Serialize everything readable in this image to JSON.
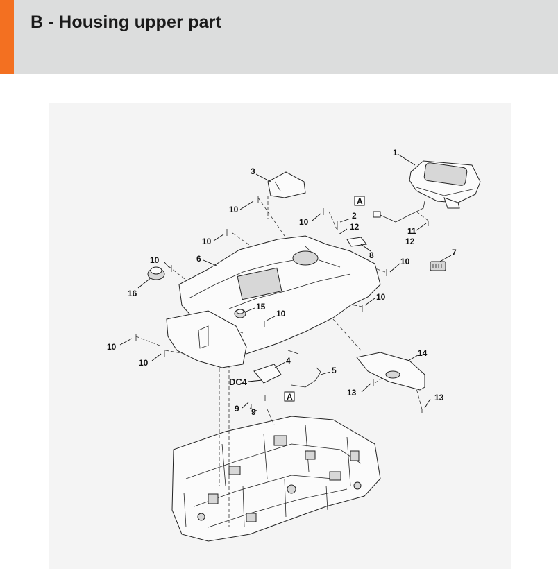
{
  "header": {
    "title": "B - Housing upper part"
  },
  "diagram": {
    "callouts": [
      {
        "id": "c1",
        "text": "1"
      },
      {
        "id": "c2",
        "text": "2"
      },
      {
        "id": "c3",
        "text": "3"
      },
      {
        "id": "c4",
        "text": "4"
      },
      {
        "id": "c5",
        "text": "5"
      },
      {
        "id": "c6",
        "text": "6"
      },
      {
        "id": "c7",
        "text": "7"
      },
      {
        "id": "c8",
        "text": "8"
      },
      {
        "id": "c9a",
        "text": "9"
      },
      {
        "id": "c9b",
        "text": "9"
      },
      {
        "id": "c10a",
        "text": "10"
      },
      {
        "id": "c10b",
        "text": "10"
      },
      {
        "id": "c10c",
        "text": "10"
      },
      {
        "id": "c10d",
        "text": "10"
      },
      {
        "id": "c10e",
        "text": "10"
      },
      {
        "id": "c10f",
        "text": "10"
      },
      {
        "id": "c10g",
        "text": "10"
      },
      {
        "id": "c10h",
        "text": "10"
      },
      {
        "id": "c10i",
        "text": "10"
      },
      {
        "id": "c11",
        "text": "11"
      },
      {
        "id": "c12a",
        "text": "12"
      },
      {
        "id": "c12b",
        "text": "12"
      },
      {
        "id": "c13a",
        "text": "13"
      },
      {
        "id": "c13b",
        "text": "13"
      },
      {
        "id": "c14",
        "text": "14"
      },
      {
        "id": "c15",
        "text": "15"
      },
      {
        "id": "c16",
        "text": "16"
      },
      {
        "id": "dc4",
        "text": "DC4"
      }
    ],
    "connector_marks": [
      {
        "id": "ref-a-top",
        "text": "A"
      },
      {
        "id": "ref-a-bottom",
        "text": "A"
      }
    ]
  }
}
